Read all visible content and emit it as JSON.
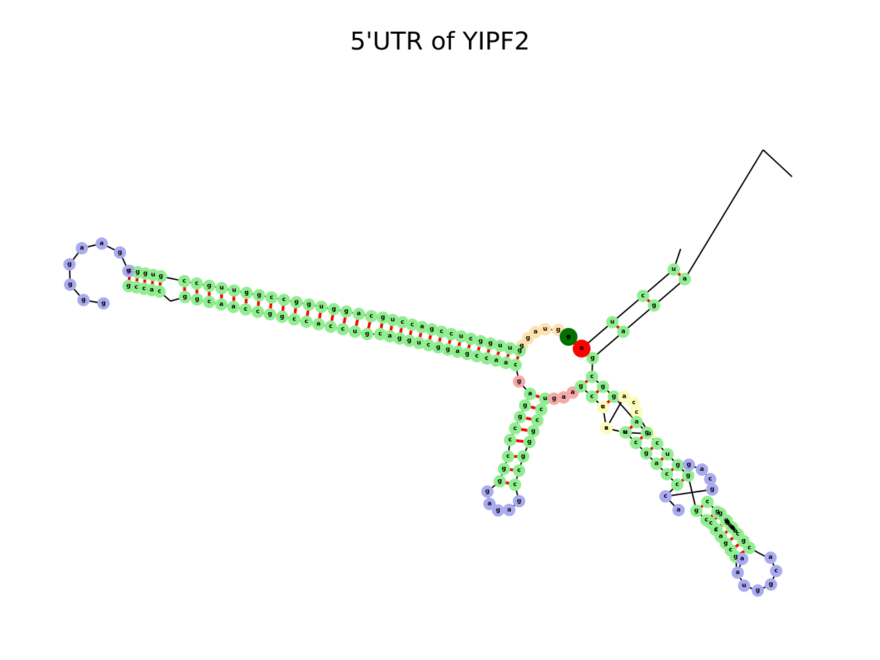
{
  "title": "5'UTR of YIPF2",
  "colors": {
    "stem": "#90ee90",
    "hairpin_loop": "#aaaaf0",
    "interior_loop": "#fdfbb8",
    "multi_loop": "#f7a8a8",
    "five_prime_unpaired": "#fde2b0",
    "start_marker": "#007000",
    "end_marker": "#ff0000",
    "backbone": "#000000",
    "base_pair": "#ff0000"
  },
  "five_prime_end": "a",
  "three_prime_end": "u",
  "segments": [
    {
      "type": "five_prime_unpaired",
      "sequence": "gguagg"
    },
    {
      "type": "stem",
      "strand_5": "guuggcuccgaccug",
      "strand_3": "caggucggagccaac"
    },
    {
      "type": "stem",
      "strand_5": "cagguggccgguugcc",
      "strand_3": "ggcaaccggccaccug"
    },
    {
      "type": "stem",
      "strand_5": "guggc",
      "strand_3": "gccac"
    },
    {
      "type": "hairpin_loop",
      "sequence": "ggaagggg"
    },
    {
      "type": "multi_loop",
      "sequence": "g"
    },
    {
      "type": "stem",
      "strand_5": "aggcc",
      "strand_3": "ggccu"
    },
    {
      "type": "stem",
      "strand_5": "cgg",
      "strand_3": "ccg"
    },
    {
      "type": "hairpin_loop",
      "sequence": "gagag"
    },
    {
      "type": "multi_loop",
      "sequence": "gaa"
    },
    {
      "type": "stem",
      "strand_5": "gcc",
      "strand_3": "ggc"
    },
    {
      "type": "interior_loop",
      "sequence": "uaaccuuc"
    },
    {
      "type": "stem",
      "strand_5": "agcugg",
      "strand_3": "ccagcu"
    },
    {
      "type": "hairpin_loop",
      "sequence": "gacgca"
    },
    {
      "type": "stem",
      "strand_5": "gcc",
      "strand_3": "ggc"
    },
    {
      "type": "interior_loop",
      "sequence": "aucaauca"
    },
    {
      "type": "stem",
      "strand_5": "ccagcg",
      "strand_3": "cgcugg"
    },
    {
      "type": "hairpin_loop",
      "sequence": "acgguaa"
    },
    {
      "type": "stem",
      "strand_5": "gaga",
      "strand_3": "ucuc"
    }
  ]
}
